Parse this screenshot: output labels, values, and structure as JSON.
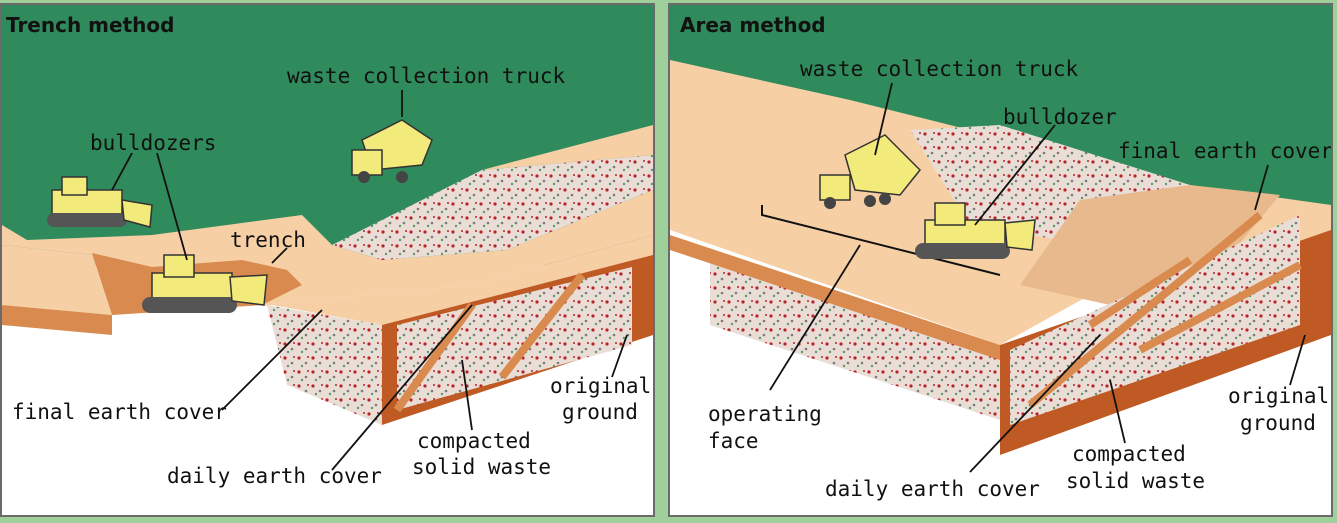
{
  "trench": {
    "title": "Trench method",
    "labels": {
      "truck": "waste collection truck",
      "bulldozers": "bulldozers",
      "trench": "trench",
      "final_cover": "final earth cover",
      "daily_cover": "daily earth cover",
      "compacted_1": "compacted",
      "compacted_2": "solid waste",
      "original_1": "original",
      "original_2": "ground"
    }
  },
  "area": {
    "title": "Area method",
    "labels": {
      "truck": "waste collection truck",
      "bulldozer": "bulldozer",
      "final_cover": "final earth cover",
      "operating_1": "operating",
      "operating_2": "face",
      "daily_cover": "daily earth cover",
      "compacted_1": "compacted",
      "compacted_2": "solid waste",
      "original_1": "original",
      "original_2": "ground"
    }
  },
  "colors": {
    "grass": "#2f8a5c",
    "earth_light": "#f6cfa5",
    "earth_mid": "#d98a4e",
    "earth_dark": "#c05a24",
    "waste": "#e7d8d0",
    "machine": "#f2ea7a"
  }
}
